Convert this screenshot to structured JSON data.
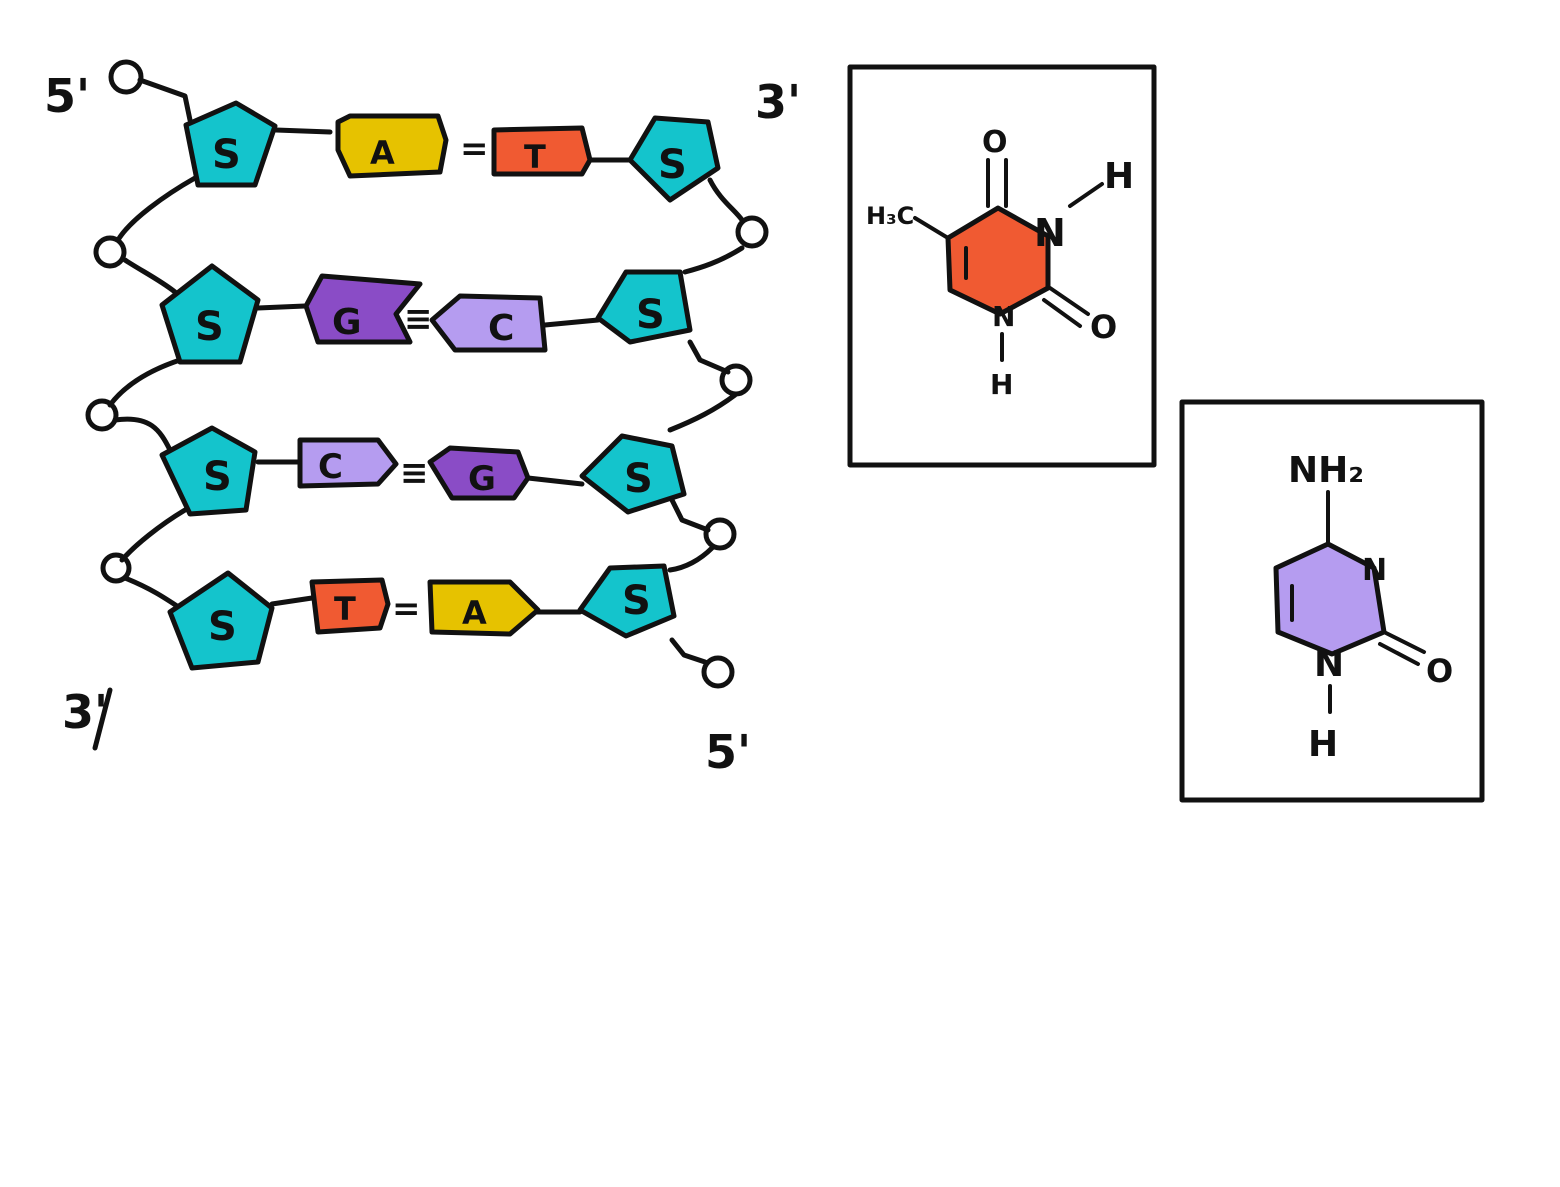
{
  "colors": {
    "sugar": "#14c4cc",
    "adenine": "#e6c200",
    "thymine": "#f05a32",
    "guanine": "#8a4cc6",
    "cytosine": "#b59cf0",
    "ink": "#111111"
  },
  "dna": {
    "strand_left_top_label": "5'",
    "strand_left_bottom_label": "3'",
    "strand_right_top_label": "3'",
    "strand_right_bottom_label": "5'",
    "sugar_label": "S",
    "rungs": [
      {
        "left_base": "A",
        "right_base": "T",
        "bond": "="
      },
      {
        "left_base": "G",
        "right_base": "C",
        "bond": "≡"
      },
      {
        "left_base": "C",
        "right_base": "G",
        "bond": "≡"
      },
      {
        "left_base": "T",
        "right_base": "A",
        "bond": "="
      }
    ]
  },
  "thymine_box": {
    "methyl_label": "H₃C",
    "n_top_label": "N",
    "n_bottom_label": "N",
    "h_top_label": "H",
    "h_bottom_label": "H",
    "o_top_label": "O",
    "o_right_label": "O"
  },
  "cytosine_box": {
    "amine_label": "NH₂",
    "n_top_label": "N",
    "n_bottom_label": "N",
    "h_bottom_label": "H",
    "o_right_label": "O"
  }
}
